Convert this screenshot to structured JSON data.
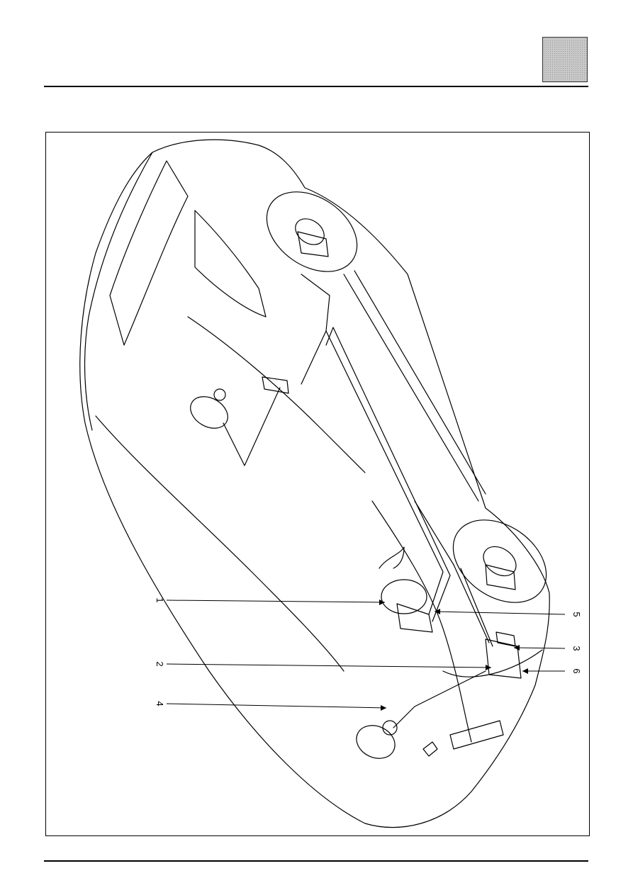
{
  "header": {
    "section_tab": ""
  },
  "diagram": {
    "callouts": [
      {
        "id": "1",
        "label": "1"
      },
      {
        "id": "2",
        "label": "2"
      },
      {
        "id": "4",
        "label": "4"
      },
      {
        "id": "5",
        "label": "5"
      },
      {
        "id": "3",
        "label": "3"
      },
      {
        "id": "6",
        "label": "6"
      }
    ]
  }
}
